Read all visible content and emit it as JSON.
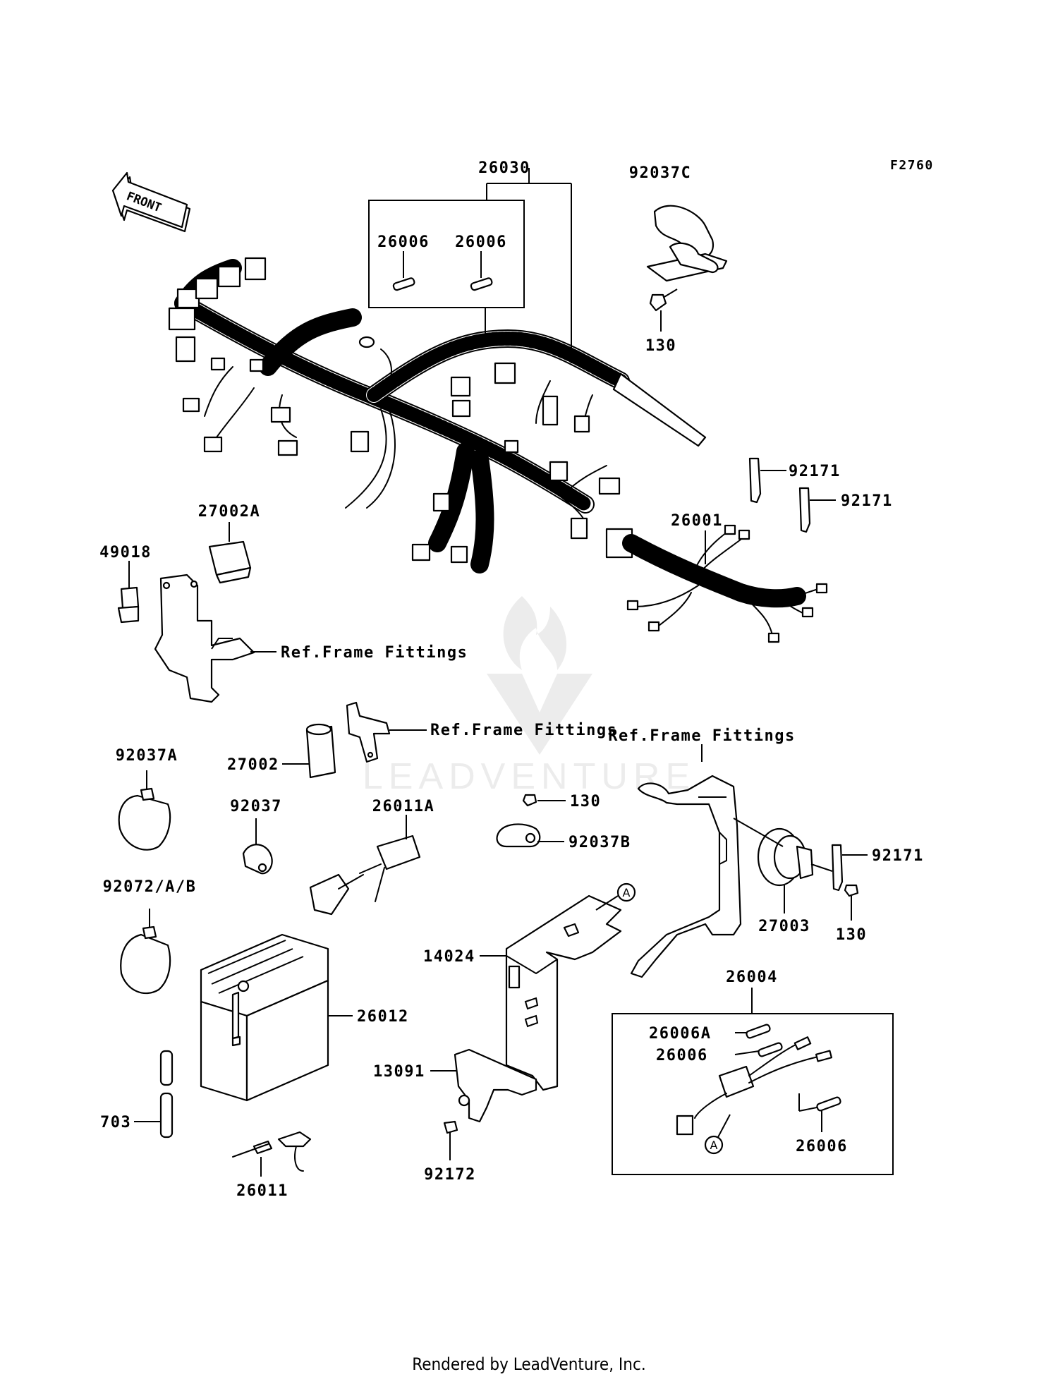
{
  "figure_code": "F2760",
  "front_arrow_label": "FRONT",
  "watermark_text": "LEADVENTURE",
  "footer": "Rendered by LeadVenture, Inc.",
  "callouts": {
    "harness": "26030",
    "fuse_a": "26006",
    "fuse_b": "26006",
    "clip_c": "92037C",
    "bolt_top": "130",
    "band_1": "92171",
    "band_2": "92171",
    "harness_sub": "26001",
    "relay_a": "27002A",
    "relay_49018": "49018",
    "ref_frame_1": "Ref.Frame Fittings",
    "ref_frame_2": "Ref.Frame Fittings",
    "ref_frame_3": "Ref.Frame Fittings",
    "tie_a": "92037A",
    "relay_27002": "27002",
    "clamp": "92037",
    "cable_a": "26011A",
    "bolt_mid": "130",
    "clip_b": "92037B",
    "band_3": "92171",
    "horn": "27003",
    "bolt_right": "130",
    "tie_ab": "92072/A/B",
    "cover": "14024",
    "battery": "26012",
    "holder_box": "26004",
    "fuse_box_a": "26006A",
    "fuse_box_b": "26006",
    "fuse_box_c": "26006",
    "bracket": "13091",
    "tube": "703",
    "screw": "92172",
    "cable": "26011",
    "mark_a1": "A",
    "mark_a2": "A"
  }
}
